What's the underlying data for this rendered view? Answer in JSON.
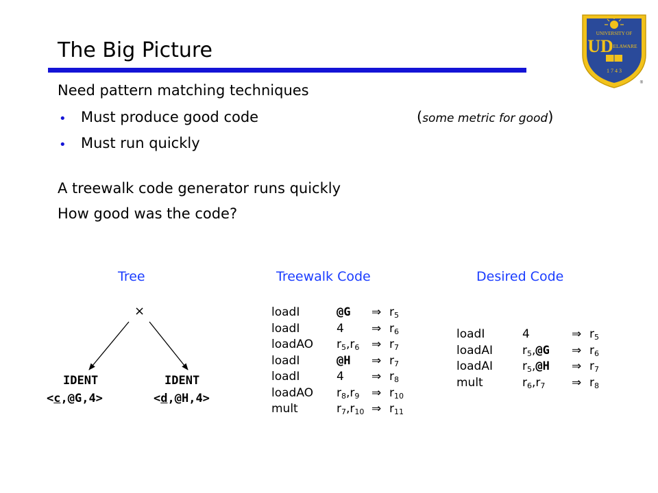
{
  "title": "The Big Picture",
  "intro": "Need pattern matching techniques",
  "bullets": [
    {
      "text": "Must produce good code",
      "note": "some metric for good"
    },
    {
      "text": "Must run quickly"
    }
  ],
  "para": [
    "A treewalk code generator runs quickly",
    "How good was the code?"
  ],
  "logo": {
    "top": "UNIVERSITY OF",
    "letters": "UD",
    "name": "ELAWARE",
    "year": "1 7 4 3",
    "reg": "®"
  },
  "columns": {
    "tree": "Tree",
    "treewalk": "Treewalk Code",
    "desired": "Desired Code"
  },
  "tree": {
    "root": "×",
    "left": {
      "kind": "IDENT",
      "open": "<",
      "name": "c",
      "rest": ",@G,4>"
    },
    "right": {
      "kind": "IDENT",
      "open": "<",
      "name": "d",
      "rest": ",@H,4>"
    }
  },
  "treewalk": [
    {
      "op": "loadI",
      "a": [
        {
          "t": "@G",
          "b": 1
        }
      ],
      "r": "5"
    },
    {
      "op": "loadI",
      "a": [
        {
          "t": "4"
        }
      ],
      "r": "6"
    },
    {
      "op": "loadAO",
      "a": [
        {
          "t": "r"
        },
        {
          "s": "5"
        },
        {
          "t": ",r"
        },
        {
          "s": "6"
        }
      ],
      "r": "7"
    },
    {
      "op": "loadI",
      "a": [
        {
          "t": "@H",
          "b": 1
        }
      ],
      "r": "7"
    },
    {
      "op": "loadI",
      "a": [
        {
          "t": "4"
        }
      ],
      "r": "8"
    },
    {
      "op": "loadAO",
      "a": [
        {
          "t": "r"
        },
        {
          "s": "8"
        },
        {
          "t": ",r"
        },
        {
          "s": "9"
        }
      ],
      "r": "10"
    },
    {
      "op": "mult",
      "a": [
        {
          "t": "r"
        },
        {
          "s": "7"
        },
        {
          "t": ",r"
        },
        {
          "s": "10"
        }
      ],
      "r": "11"
    }
  ],
  "desired": [
    {
      "op": "loadI",
      "a": [
        {
          "t": "4"
        }
      ],
      "r": "5"
    },
    {
      "op": "loadAI",
      "a": [
        {
          "t": "r"
        },
        {
          "s": "5"
        },
        {
          "t": ","
        },
        {
          "t": "@G",
          "b": 1
        }
      ],
      "r": "6"
    },
    {
      "op": "loadAI",
      "a": [
        {
          "t": "r"
        },
        {
          "s": "5"
        },
        {
          "t": ","
        },
        {
          "t": "@H",
          "b": 1
        }
      ],
      "r": "7"
    },
    {
      "op": "mult",
      "a": [
        {
          "t": "r"
        },
        {
          "s": "6"
        },
        {
          "t": ",r"
        },
        {
          "s": "7"
        }
      ],
      "r": "8"
    }
  ],
  "arrow": "⇒",
  "reg_prefix": "r",
  "colors": {
    "rule": "#1414d6",
    "heading": "#1a3cff",
    "logo_blue": "#1f3f8f",
    "logo_gold": "#f2c21b"
  }
}
